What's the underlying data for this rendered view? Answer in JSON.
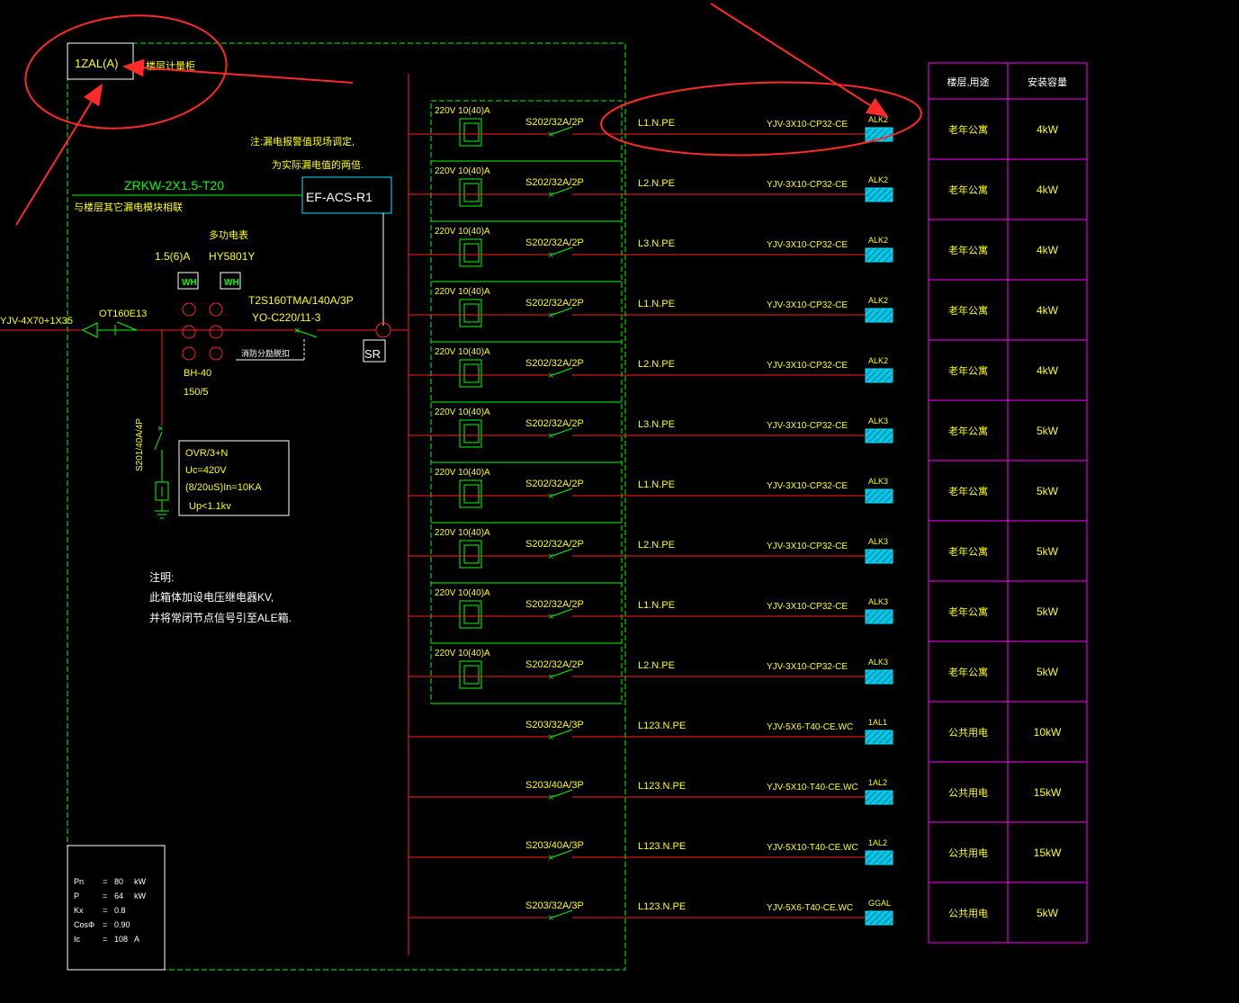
{
  "panel": {
    "id_label": "1ZAL(A)",
    "id_note": "楼层计量柜",
    "leak_note_1": "注:漏电报警值现场调定,",
    "leak_note_2": "为实际漏电值的两倍.",
    "cable_label": "ZRKW-2X1.5-T20",
    "link_note": "与楼层其它漏电模块相联",
    "efacs": "EF-ACS-R1",
    "meter_name": "多功电表",
    "meter_rating": "1.5(6)A",
    "meter_model": "HY5801Y",
    "wh1": "WH",
    "wh2": "WH",
    "breaker_line1": "T2S160TMA/140A/3P",
    "breaker_line2": "YO-C220/11-3",
    "incoming_cable": "YJV-4X70+1X35",
    "isolator": "OT160E13",
    "ct_model": "BH-40",
    "ct_ratio": "150/5",
    "fire_cut": "消防分励脱扣",
    "sr": "SR",
    "spd_breaker": "S201/40A/4P",
    "spd_lines": [
      "OVR/3+N",
      "Uc=420V",
      "(8/20uS)In=10KA",
      "Up<1.1kv"
    ],
    "note_title": "注明:",
    "note_lines": [
      "此箱体加设电压继电器KV,",
      "并将常闭节点信号引至ALE箱."
    ],
    "calc": [
      {
        "k": "Pn",
        "v": "80",
        "u": "kW"
      },
      {
        "k": "P",
        "v": "64",
        "u": "kW"
      },
      {
        "k": "Kx",
        "v": "0.8",
        "u": ""
      },
      {
        "k": "CosΦ",
        "v": "0.90",
        "u": ""
      },
      {
        "k": "Ic",
        "v": "108",
        "u": "A"
      }
    ]
  },
  "circuits": [
    {
      "leak": "220V 10(40)A",
      "breaker": "S202/32A/2P",
      "phase": "L1.N.PE",
      "cable": "YJV-3X10-CP32-CE",
      "box": "ALK2",
      "use": "老年公寓",
      "cap": "4kW"
    },
    {
      "leak": "220V 10(40)A",
      "breaker": "S202/32A/2P",
      "phase": "L2.N.PE",
      "cable": "YJV-3X10-CP32-CE",
      "box": "ALK2",
      "use": "老年公寓",
      "cap": "4kW"
    },
    {
      "leak": "220V 10(40)A",
      "breaker": "S202/32A/2P",
      "phase": "L3.N.PE",
      "cable": "YJV-3X10-CP32-CE",
      "box": "ALK2",
      "use": "老年公寓",
      "cap": "4kW"
    },
    {
      "leak": "220V 10(40)A",
      "breaker": "S202/32A/2P",
      "phase": "L1.N.PE",
      "cable": "YJV-3X10-CP32-CE",
      "box": "ALK2",
      "use": "老年公寓",
      "cap": "4kW"
    },
    {
      "leak": "220V 10(40)A",
      "breaker": "S202/32A/2P",
      "phase": "L2.N.PE",
      "cable": "YJV-3X10-CP32-CE",
      "box": "ALK2",
      "use": "老年公寓",
      "cap": "4kW"
    },
    {
      "leak": "220V 10(40)A",
      "breaker": "S202/32A/2P",
      "phase": "L3.N.PE",
      "cable": "YJV-3X10-CP32-CE",
      "box": "ALK3",
      "use": "老年公寓",
      "cap": "5kW"
    },
    {
      "leak": "220V 10(40)A",
      "breaker": "S202/32A/2P",
      "phase": "L1.N.PE",
      "cable": "YJV-3X10-CP32-CE",
      "box": "ALK3",
      "use": "老年公寓",
      "cap": "5kW"
    },
    {
      "leak": "220V 10(40)A",
      "breaker": "S202/32A/2P",
      "phase": "L2.N.PE",
      "cable": "YJV-3X10-CP32-CE",
      "box": "ALK3",
      "use": "老年公寓",
      "cap": "5kW"
    },
    {
      "leak": "220V 10(40)A",
      "breaker": "S202/32A/2P",
      "phase": "L1.N.PE",
      "cable": "YJV-3X10-CP32-CE",
      "box": "ALK3",
      "use": "老年公寓",
      "cap": "5kW"
    },
    {
      "leak": "220V 10(40)A",
      "breaker": "S202/32A/2P",
      "phase": "L2.N.PE",
      "cable": "YJV-3X10-CP32-CE",
      "box": "ALK3",
      "use": "老年公寓",
      "cap": "5kW"
    },
    {
      "leak": "",
      "breaker": "S203/32A/3P",
      "phase": "L123.N.PE",
      "cable": "YJV-5X6-T40-CE.WC",
      "box": "1AL1",
      "use": "公共用电",
      "cap": "10kW"
    },
    {
      "leak": "",
      "breaker": "S203/40A/3P",
      "phase": "L123.N.PE",
      "cable": "YJV-5X10-T40-CE.WC",
      "box": "1AL2",
      "use": "公共用电",
      "cap": "15kW"
    },
    {
      "leak": "",
      "breaker": "S203/40A/3P",
      "phase": "L123.N.PE",
      "cable": "YJV-5X10-T40-CE.WC",
      "box": "1AL2",
      "use": "公共用电",
      "cap": "15kW"
    },
    {
      "leak": "",
      "breaker": "S203/32A/3P",
      "phase": "L123.N.PE",
      "cable": "YJV-5X6-T40-CE.WC",
      "box": "GGAL",
      "use": "公共用电",
      "cap": "5kW"
    }
  ],
  "table": {
    "header_use": "楼层,用途",
    "header_cap": "安装容量"
  },
  "colors": {
    "bg": "#000000",
    "green": "#00ff00",
    "red": "#ff2020",
    "yellow": "#ffff00",
    "white": "#ffffff",
    "cyan": "#00e5ff",
    "magenta": "#ff00ff",
    "annot": "#ff2a2a"
  }
}
